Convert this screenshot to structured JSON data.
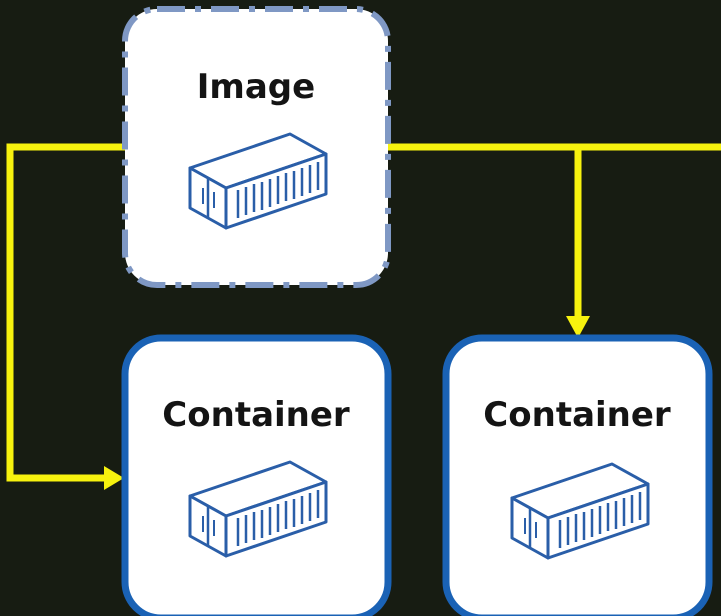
{
  "colors": {
    "background": "#171c12",
    "connector": "#f7f20e",
    "image_border": "#7f98c4",
    "container_border": "#1a62b5",
    "card_fill": "#ffffff",
    "icon_stroke": "#2a5ea8",
    "label_text": "#141414"
  },
  "nodes": {
    "image": {
      "label": "Image",
      "icon": "shipping-container-icon",
      "border_style": "dashed"
    },
    "container_left": {
      "label": "Container",
      "icon": "shipping-container-icon",
      "border_style": "solid"
    },
    "container_right": {
      "label": "Container",
      "icon": "shipping-container-icon",
      "border_style": "solid"
    }
  },
  "edges": [
    {
      "from": "image",
      "to": "container_left"
    },
    {
      "from": "image",
      "to": "container_right"
    }
  ]
}
